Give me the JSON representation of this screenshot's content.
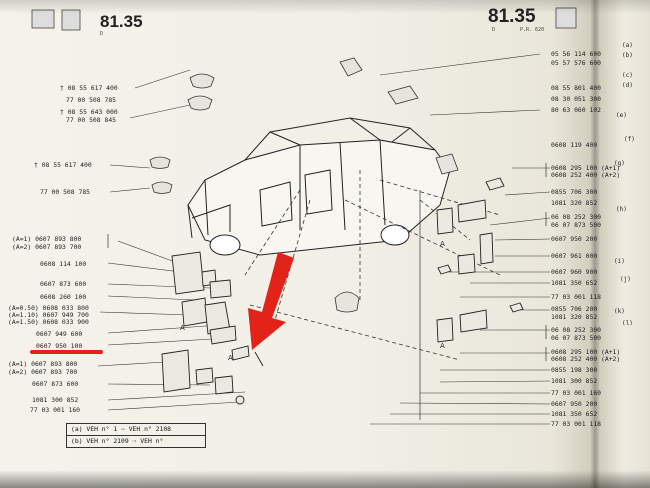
{
  "header": {
    "left_number": "81.35",
    "right_number": "81.35",
    "right_subtitle": "P.R. 620",
    "left_sub_letter": "D",
    "right_sub_letter": "D"
  },
  "top_left_parts": [
    "08 55 617 400",
    "77 00 508 785",
    "08 55 643 000",
    "77 00 508 845"
  ],
  "mid_left_parts": [
    "08 55 617 400",
    "77 00 508 785"
  ],
  "left_parts": [
    {
      "mod": "(A=1)",
      "num": "0607 893 800"
    },
    {
      "mod": "(A=2)",
      "num": "0607 893 700"
    },
    {
      "mod": "",
      "num": "0608 114 100"
    },
    {
      "mod": "",
      "num": "0607 873 600"
    },
    {
      "mod": "",
      "num": "0608 260 100"
    },
    {
      "mod": "(A=0.50)",
      "num": "0608 033 800"
    },
    {
      "mod": "(A=1.10)",
      "num": "0607 949 700"
    },
    {
      "mod": "(A=1.50)",
      "num": "0608 033 900"
    },
    {
      "mod": "",
      "num": "0607 949 600"
    },
    {
      "mod": "",
      "num": "0607 950 100"
    },
    {
      "mod": "(A=1)",
      "num": "0607 893 800"
    },
    {
      "mod": "(A=2)",
      "num": "0607 893 700"
    },
    {
      "mod": "",
      "num": "0607 873 600"
    },
    {
      "mod": "",
      "num": "1081 300 852"
    },
    {
      "mod": "",
      "num": "77 03 001 160"
    }
  ],
  "right_top_parts": [
    "05 56 114 600",
    "05 57 576 600",
    "08 55 801 400",
    "08 30 051 300",
    "80 63 060 102",
    "0608 119 400"
  ],
  "right_parts": [
    "0608 295 100 (A+1)",
    "0608 252 400 (A+2)",
    "0855 706 300",
    "1081 320 852",
    "06 08 252 300",
    "06 07 873 500",
    "0607 950 200",
    "0607 961 000",
    "0607 960 900",
    "1081 350 652",
    "77 03 001 118",
    "0855 706 200",
    "1081 320 852",
    "06 08 252 300",
    "06 07 873 500",
    "0608 295 100 (A+1)",
    "0608 252 400 (A+2)",
    "0855 198 300",
    "1081 300 852",
    "77 03 001 160",
    "0607 950 200",
    "1081 350 652",
    "77 03 001 118"
  ],
  "legend": {
    "row_a": "(a) VEH n°      1 ⇨ VEH n° 2108",
    "row_b": "(b) VEH n° 2109 ⇨ VEH n°"
  },
  "right_margin": [
    "(a)",
    "(b)",
    "(c)",
    "(d)",
    "(e)",
    "(f)",
    "(g)",
    "(h)",
    "(i)",
    "(j)",
    "(k)",
    "(l)"
  ],
  "highlight": {
    "target": "0607 950 100",
    "underline_color": "#e2231a",
    "arrow_color": "#e2231a"
  },
  "colors": {
    "paper": "#f2f0e7",
    "ink": "#1d1d1d"
  }
}
